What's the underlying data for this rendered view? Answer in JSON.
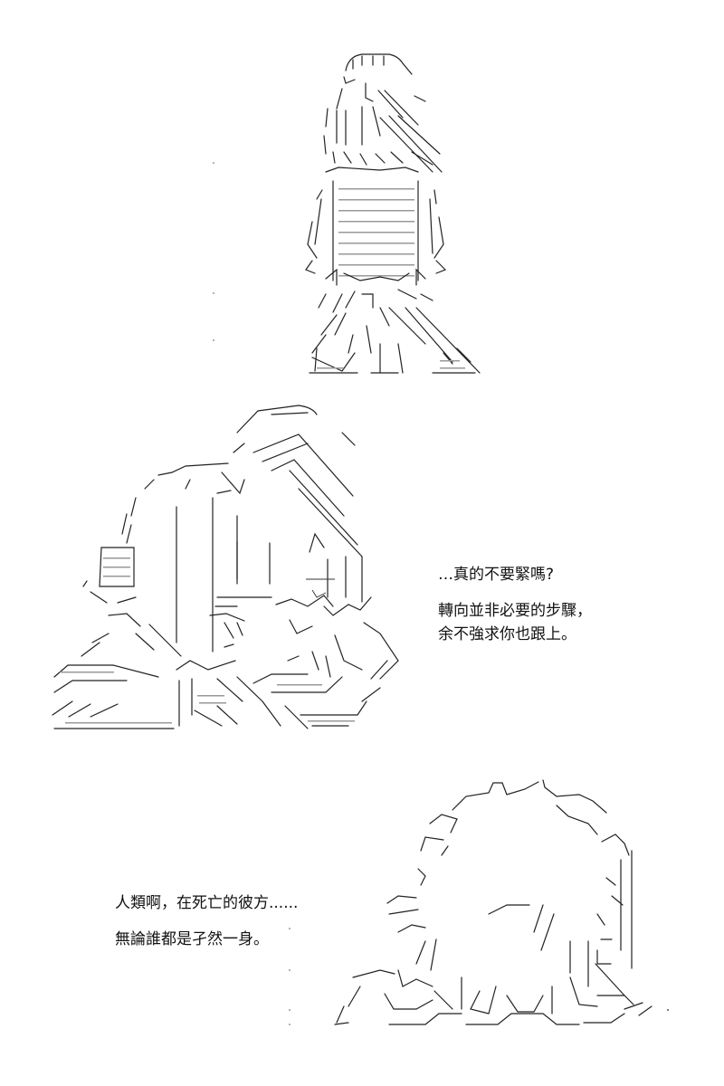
{
  "panels": [
    {
      "id": "panel-1",
      "art": "standing-figure-ascii-art",
      "caption_lines": []
    },
    {
      "id": "panel-2",
      "art": "seated-figure-ascii-art",
      "caption_lines": [
        "…真的不要緊嗎?",
        "轉向並非必要的步驟，",
        "余不強求你也跟上。"
      ]
    },
    {
      "id": "panel-3",
      "art": "hooded-figure-ascii-art",
      "caption_lines": [
        "人類啊，在死亡的彼方......",
        "無論誰都是孑然一身。"
      ]
    }
  ]
}
